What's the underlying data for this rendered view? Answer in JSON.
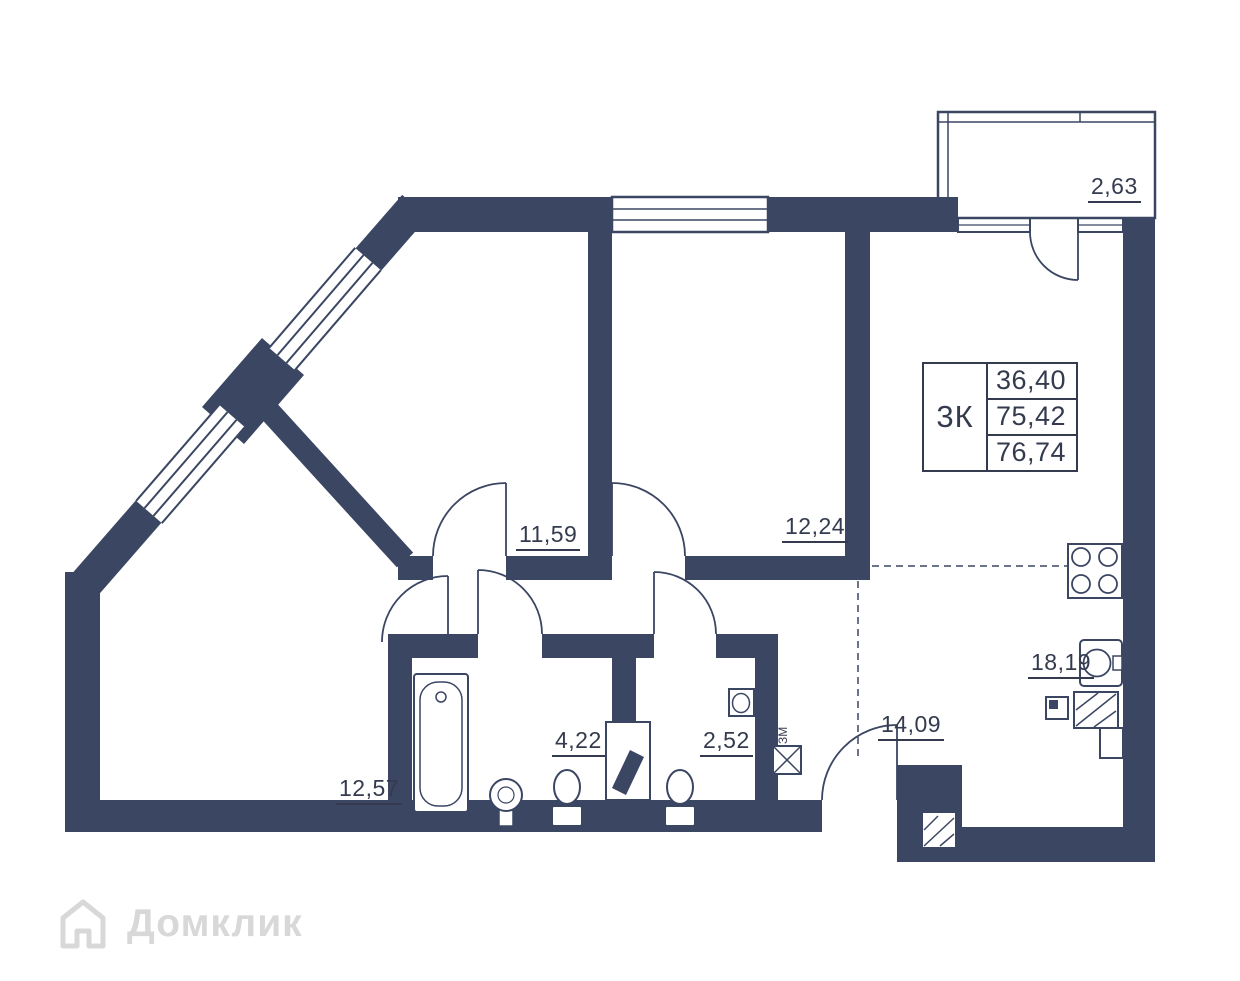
{
  "plan": {
    "legend": {
      "room_type": "3К",
      "values": [
        "36,40",
        "75,42",
        "76,74"
      ]
    },
    "rooms": [
      {
        "name": "balcony",
        "area": "2,63"
      },
      {
        "name": "bedroom-left",
        "area": "11,59"
      },
      {
        "name": "bedroom-middle",
        "area": "12,24"
      },
      {
        "name": "kitchen-living",
        "area": "18,19"
      },
      {
        "name": "hall",
        "area": "14,09"
      },
      {
        "name": "room-bottom-left",
        "area": "12,57"
      },
      {
        "name": "bathroom",
        "area": "4,22"
      },
      {
        "name": "wc",
        "area": "2,52"
      }
    ],
    "vent_label": "ЗМ",
    "watermark": "Домклик",
    "colors": {
      "wall": "#3b4663",
      "text": "#353b4f",
      "watermark": "#d8d8d8"
    }
  }
}
